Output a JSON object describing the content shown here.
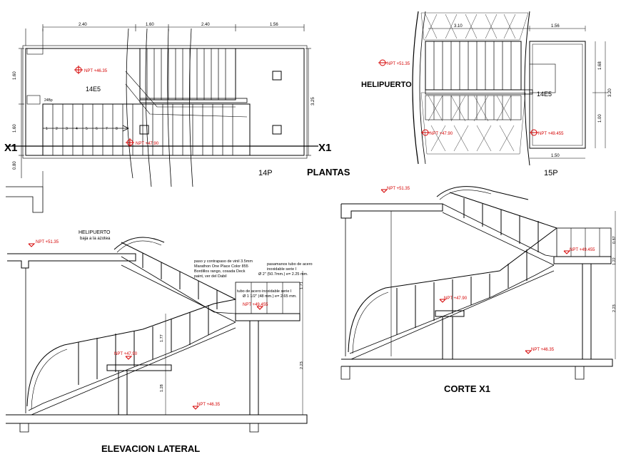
{
  "plan_14p": {
    "dims_top": [
      "2.40",
      "1.60",
      "2.40",
      "1.56"
    ],
    "dim_left_upper": "1.60",
    "dim_left_lower": "1.60",
    "dim_left_bottom": "0.80",
    "dim_right": "3.25",
    "room": "14E5",
    "level": "NPT +46.35",
    "level_lower": "NPT +47.90",
    "step_numbers": [
      "1",
      "2",
      "3",
      "4",
      "5",
      "6",
      "7",
      "8"
    ],
    "section_left": "X1",
    "section_right": "X1",
    "floor_label": "14P",
    "small_label": "24Bp"
  },
  "plantas_label": "PLANTAS",
  "plan_15p": {
    "dim_top": "3.10",
    "dim_top_right": "1.56",
    "dim_bottom": "1.50",
    "dims_right": [
      "1.68",
      "1.00",
      "3.20"
    ],
    "label": "HELIPUERTO",
    "room": "14E5",
    "level_a": "NPT +51.35",
    "level_b": "NPT +47.90",
    "level_c": "NPT +49.455",
    "floor_label": "15P"
  },
  "elevation": {
    "heli_line1": "HELIPUERTO",
    "heli_line2": "baja a la azotea",
    "level_top": "NPT +51.35",
    "note_finish_lines": [
      "paso y contrapaso de vinil 3.5mm",
      "Marathon One Place Color 855",
      "Bordillos rango, cosada Deck",
      "paint, ver del Dabil"
    ],
    "note_rail_lines": [
      "pasamanos tubo de acero",
      "inoxidable serie I",
      "Ø 2\" (50.7mm.) e= 2.25 mm."
    ],
    "note_tube_lines": [
      "tubo de acero inoxidable serie I",
      "Ø 1 1/2\" (48 mm.) e= 2.65 mm."
    ],
    "level_landing": "NPT +49.455",
    "level_mid": "NPT +47.90",
    "level_bottom": "NPT +46.35",
    "dims": [
      "1.71",
      "1.77",
      "1.28",
      "2.23"
    ],
    "label": "ELEVACION LATERAL"
  },
  "section": {
    "level_top": "NPT +51.35",
    "level_landing": "NPT +49.455",
    "level_mid": "NPT +47.90",
    "level_bottom": "NPT +46.35",
    "dims": [
      "0.87",
      "1.22",
      "2.23"
    ],
    "label": "CORTE X1"
  }
}
